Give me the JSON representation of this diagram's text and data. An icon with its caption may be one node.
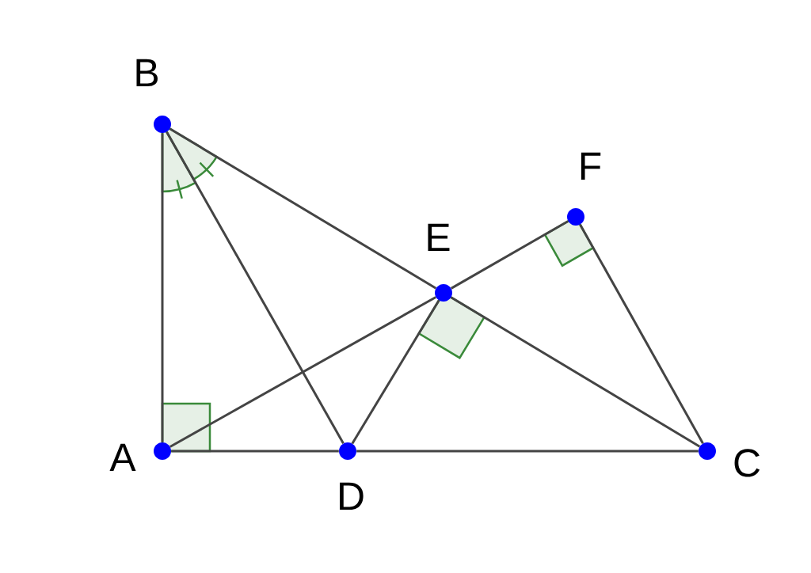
{
  "diagram": {
    "nodes": [
      {
        "text": [
          "A"
        ]
      },
      {
        "text": [
          "B"
        ]
      },
      {
        "text": [
          "C"
        ]
      },
      {
        "text": [
          "D"
        ]
      },
      {
        "text": [
          "E"
        ]
      },
      {
        "text": [
          "F"
        ]
      }
    ],
    "edges": [
      {
        "from": 0,
        "to": 1,
        "arrow": "none"
      },
      {
        "from": 0,
        "to": 3,
        "arrow": "none"
      },
      {
        "from": 3,
        "to": 2,
        "arrow": "none"
      },
      {
        "from": 1,
        "to": 3,
        "arrow": "none"
      },
      {
        "from": 1,
        "to": 4,
        "arrow": "none"
      },
      {
        "from": 4,
        "to": 2,
        "arrow": "none"
      },
      {
        "from": 0,
        "to": 4,
        "arrow": "none"
      },
      {
        "from": 4,
        "to": 5,
        "arrow": "none"
      },
      {
        "from": 5,
        "to": 2,
        "arrow": "none"
      },
      {
        "from": 3,
        "to": 4,
        "arrow": "none"
      }
    ]
  }
}
